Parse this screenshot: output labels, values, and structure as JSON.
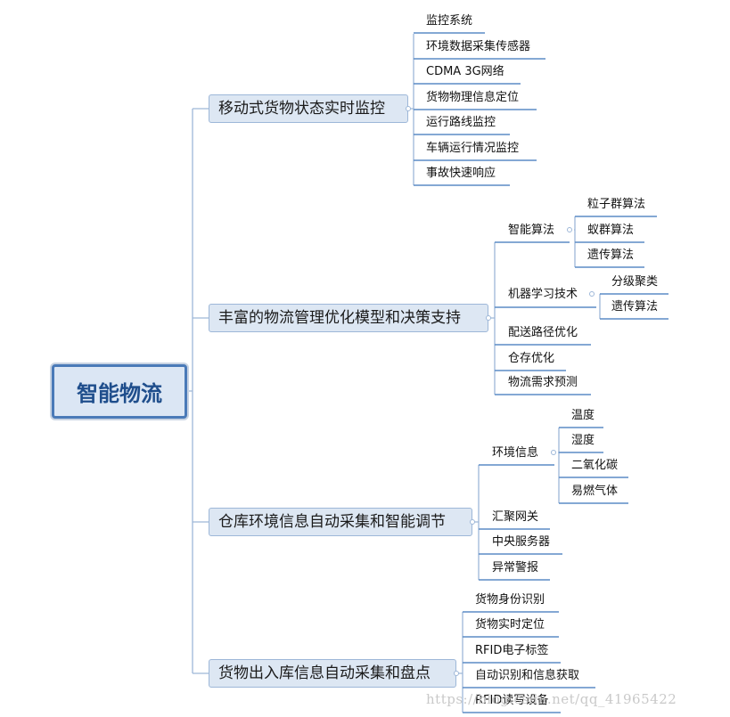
{
  "root": "智能物流",
  "branches": [
    {
      "label": "移动式货物状态实时监控",
      "children": [
        {
          "label": "监控系统"
        },
        {
          "label": "环境数据采集传感器"
        },
        {
          "label": "CDMA 3G网络"
        },
        {
          "label": "货物物理信息定位"
        },
        {
          "label": "运行路线监控"
        },
        {
          "label": "车辆运行情况监控"
        },
        {
          "label": "事故快速响应"
        }
      ]
    },
    {
      "label": "丰富的物流管理优化模型和决策支持",
      "children": [
        {
          "label": "智能算法",
          "children": [
            "粒子群算法",
            "蚁群算法",
            "遗传算法"
          ]
        },
        {
          "label": "机器学习技术",
          "children": [
            "分级聚类",
            "遗传算法"
          ]
        },
        {
          "label": "配送路径优化"
        },
        {
          "label": "仓存优化"
        },
        {
          "label": "物流需求预测"
        }
      ]
    },
    {
      "label": "仓库环境信息自动采集和智能调节",
      "children": [
        {
          "label": "环境信息",
          "children": [
            "温度",
            "湿度",
            "二氧化碳",
            "易燃气体"
          ]
        },
        {
          "label": "汇聚网关"
        },
        {
          "label": "中央服务器"
        },
        {
          "label": "异常警报"
        }
      ]
    },
    {
      "label": "货物出入库信息自动采集和盘点",
      "children": [
        {
          "label": "货物身份识别"
        },
        {
          "label": "货物实时定位"
        },
        {
          "label": "RFID电子标签"
        },
        {
          "label": "自动识别和信息获取"
        },
        {
          "label": "RFID读写设备"
        }
      ]
    }
  ],
  "watermark": "https://blog.csdn.net/qq_41965422"
}
